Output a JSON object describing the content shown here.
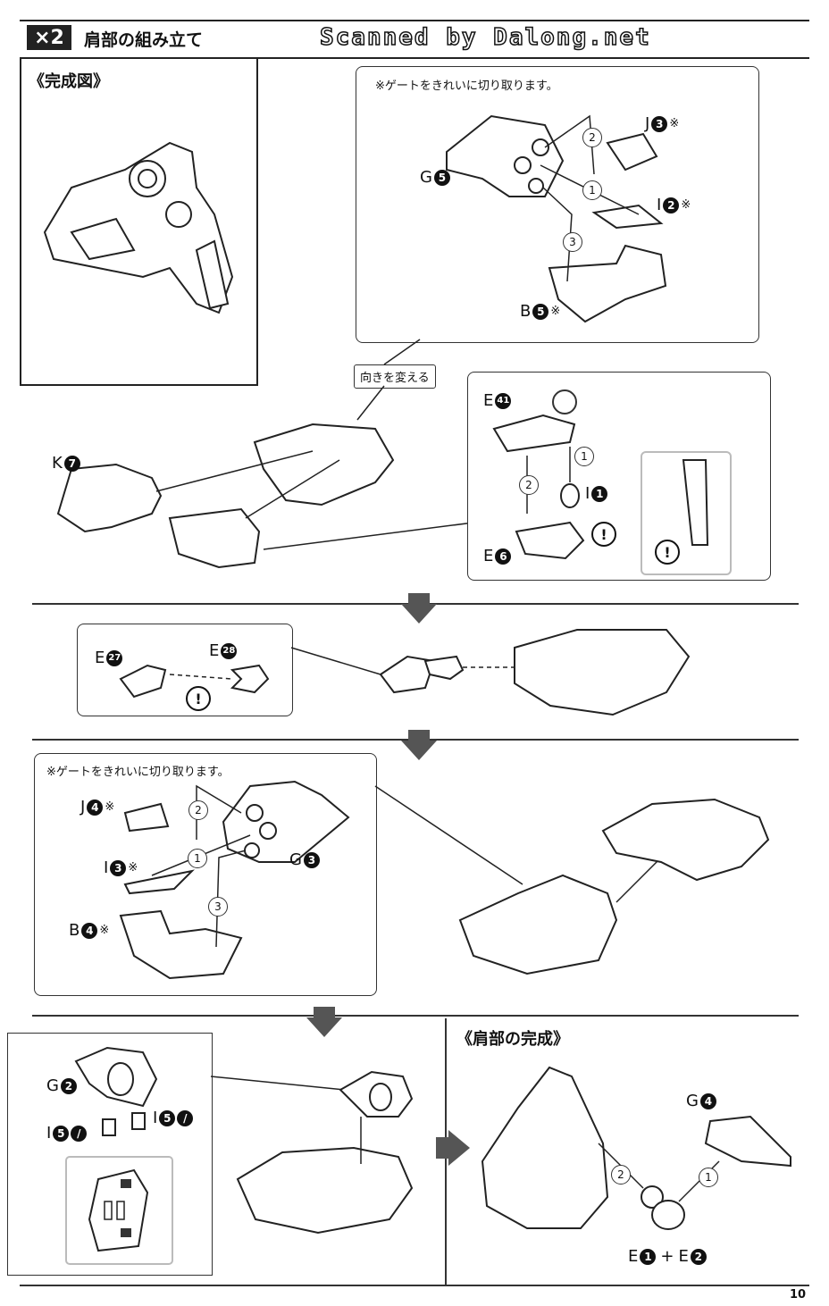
{
  "header": {
    "multiplier": "×2",
    "title": "肩部の組み立て",
    "watermark": "Scanned by Dalong.net"
  },
  "completed_view": {
    "label": "《完成図》"
  },
  "notes": {
    "gate_note_top": "※ゲートをきれいに切り取ります。",
    "gate_note_mid": "※ゲートをきれいに切り取ります。",
    "change_direction": "向きを変える"
  },
  "step1": {
    "parts": [
      {
        "letter": "J",
        "num": "3",
        "suffix": "※"
      },
      {
        "letter": "G",
        "num": "5",
        "suffix": ""
      },
      {
        "letter": "I",
        "num": "2",
        "suffix": "※"
      },
      {
        "letter": "B",
        "num": "5",
        "suffix": "※"
      }
    ],
    "steps": [
      "2",
      "1",
      "3"
    ]
  },
  "step2": {
    "parts": [
      {
        "letter": "K",
        "num": "7"
      },
      {
        "letter": "E",
        "num": "41"
      },
      {
        "letter": "I",
        "num": "1"
      },
      {
        "letter": "E",
        "num": "6"
      }
    ],
    "steps": [
      "1",
      "2"
    ],
    "warn": "!"
  },
  "step3": {
    "parts": [
      {
        "letter": "E",
        "num": "27"
      },
      {
        "letter": "E",
        "num": "28"
      }
    ],
    "warn": "!"
  },
  "step4": {
    "parts": [
      {
        "letter": "J",
        "num": "4",
        "suffix": "※"
      },
      {
        "letter": "I",
        "num": "3",
        "suffix": "※"
      },
      {
        "letter": "G",
        "num": "3",
        "suffix": ""
      },
      {
        "letter": "B",
        "num": "4",
        "suffix": "※"
      }
    ],
    "steps": [
      "2",
      "1",
      "3"
    ]
  },
  "step5": {
    "parts": [
      {
        "letter": "G",
        "num": "2"
      },
      {
        "letter": "I",
        "num": "5"
      },
      {
        "letter": "I",
        "num": "5"
      }
    ]
  },
  "final": {
    "label": "《肩部の完成》",
    "parts": [
      {
        "letter": "G",
        "num": "4"
      },
      {
        "letter": "E",
        "num": "1"
      },
      {
        "letter": "E",
        "num": "2"
      }
    ],
    "plus": "+",
    "steps": [
      "2",
      "1"
    ]
  },
  "page_number": "10"
}
